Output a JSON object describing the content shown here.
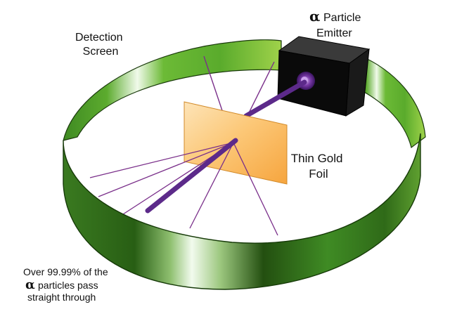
{
  "labels": {
    "detection_screen": [
      "Detection",
      "Screen"
    ],
    "emitter": {
      "symbol": "α",
      "line1": "Particle",
      "line2": "Emitter"
    },
    "foil": [
      "Thin Gold",
      "Foil"
    ],
    "caption": {
      "line1": "Over 99.99% of the",
      "symbol": "α",
      "line2": "particles pass",
      "line3": "straight through"
    }
  },
  "colors": {
    "ring_dark": "#2e6b1a",
    "ring_light": "#e8f7d8",
    "ring_mid": "#4a9a2a",
    "foil_light": "#fff0c0",
    "foil_dark": "#f5b24a",
    "beam": "#5c2a8a",
    "deflection": "#7a2f8a",
    "emitter": "#0a0a0a",
    "emitter_port": "#6a2a9a"
  }
}
